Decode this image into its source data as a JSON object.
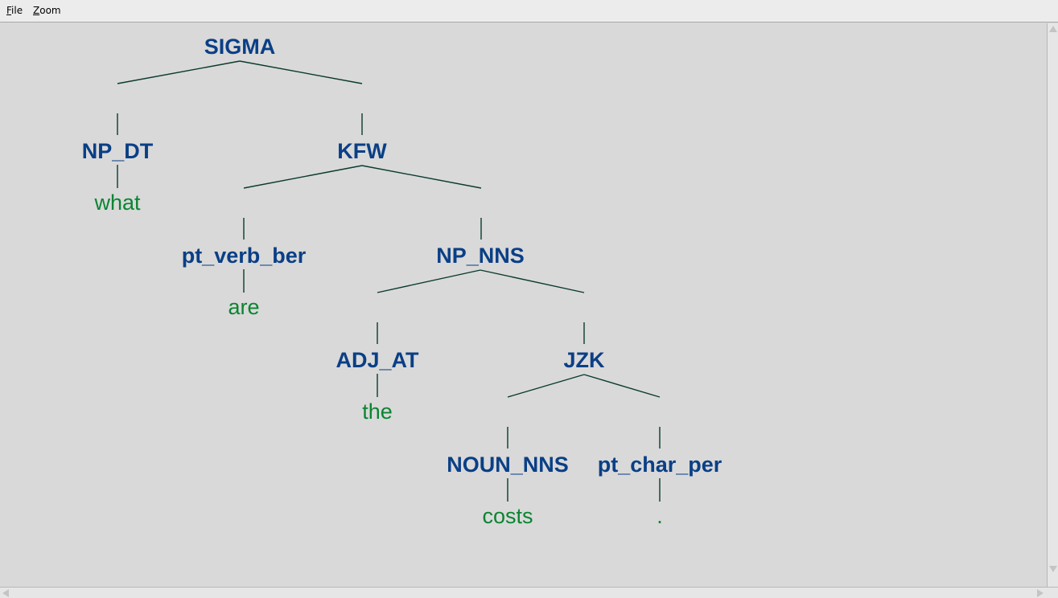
{
  "menu": {
    "file": {
      "accel": "F",
      "rest": "ile"
    },
    "zoom": {
      "accel": "Z",
      "rest": "oom"
    }
  },
  "colors": {
    "node": "#0a3f86",
    "leaf": "#0b8431",
    "edge": "#0a3a2e",
    "background": "#d9d9d9"
  },
  "tree": {
    "label": "SIGMA",
    "children": [
      {
        "label": "NP_DT",
        "children": [
          {
            "leaf": "what"
          }
        ]
      },
      {
        "label": "KFW",
        "children": [
          {
            "label": "pt_verb_ber",
            "children": [
              {
                "leaf": "are"
              }
            ]
          },
          {
            "label": "NP_NNS",
            "children": [
              {
                "label": "ADJ_AT",
                "children": [
                  {
                    "leaf": "the"
                  }
                ]
              },
              {
                "label": "JZK",
                "children": [
                  {
                    "label": "NOUN_NNS",
                    "children": [
                      {
                        "leaf": "costs"
                      }
                    ]
                  },
                  {
                    "label": "pt_char_per",
                    "children": [
                      {
                        "leaf": "."
                      }
                    ]
                  }
                ]
              }
            ]
          }
        ]
      }
    ]
  }
}
